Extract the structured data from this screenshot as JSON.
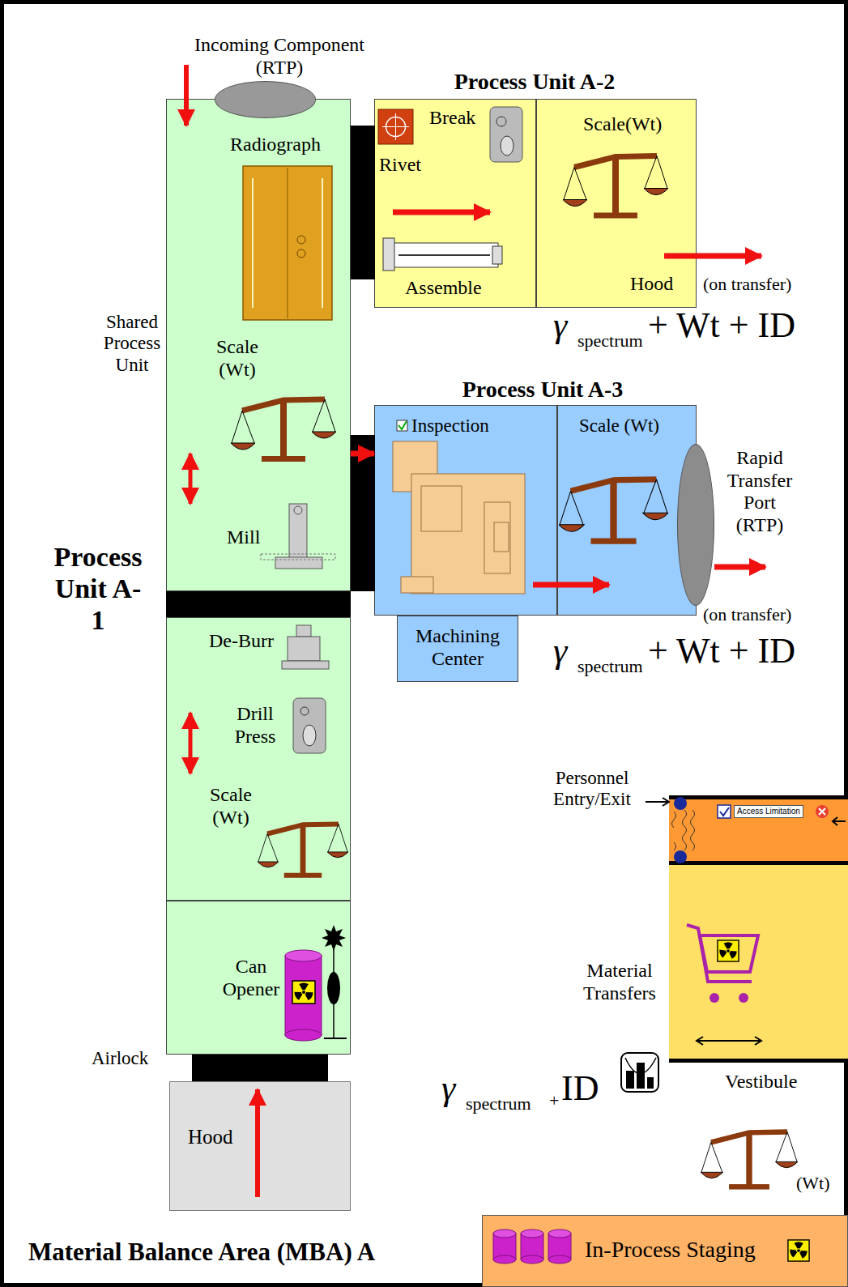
{
  "diagram": {
    "title": "Material Balance Area (MBA) A",
    "nodes": [
      {
        "text": [
          "Material Balance Area (MBA) A"
        ]
      },
      {
        "text": [
          "Process Unit A-1"
        ],
        "in": 0
      },
      {
        "text": [
          "Shared Process Unit",
          "Radiograph",
          "Scale (Wt)",
          "Mill"
        ],
        "in": 1
      },
      {
        "text": [
          "De-Burr",
          "Drill Press",
          "Scale (Wt)"
        ],
        "in": 1
      },
      {
        "text": [
          "Can Opener"
        ],
        "in": 1
      },
      {
        "text": [
          "Hood"
        ],
        "in": 0
      },
      {
        "text": [
          "Process Unit A-2"
        ],
        "in": 0
      },
      {
        "text": [
          "Rivet",
          "Break",
          "Assemble"
        ],
        "in": 6
      },
      {
        "text": [
          "Scale(Wt)",
          "Hood"
        ],
        "in": 6
      },
      {
        "text": [
          "Process Unit A-3"
        ],
        "in": 0
      },
      {
        "text": [
          "Inspection"
        ],
        "in": 9
      },
      {
        "text": [
          "Scale (Wt)"
        ],
        "in": 9
      },
      {
        "text": [
          "Machining Center"
        ],
        "in": 0
      },
      {
        "text": [
          "Rapid Transfer Port (RTP)"
        ],
        "in": 0
      },
      {
        "text": [
          "Incoming Component (RTP)"
        ],
        "in": 0
      },
      {
        "text": [
          "Personnel Entry/Exit",
          "Access Limitation"
        ],
        "in": 0
      },
      {
        "text": [
          "Material Transfers",
          "Vestibule"
        ],
        "in": 0
      },
      {
        "text": [
          "In-Process Staging"
        ],
        "in": 0
      }
    ],
    "edges": [
      {
        "from": 2,
        "to": 10,
        "arrow": "to"
      }
    ],
    "labels": [
      "Airlock",
      "(on transfer)",
      "(on transfer)",
      "γ",
      "spectrum",
      "+ Wt + ID",
      "γ",
      "spectrum",
      "+ Wt + ID",
      "γ",
      "spectrum",
      "+",
      "ID",
      "(Wt)"
    ]
  }
}
